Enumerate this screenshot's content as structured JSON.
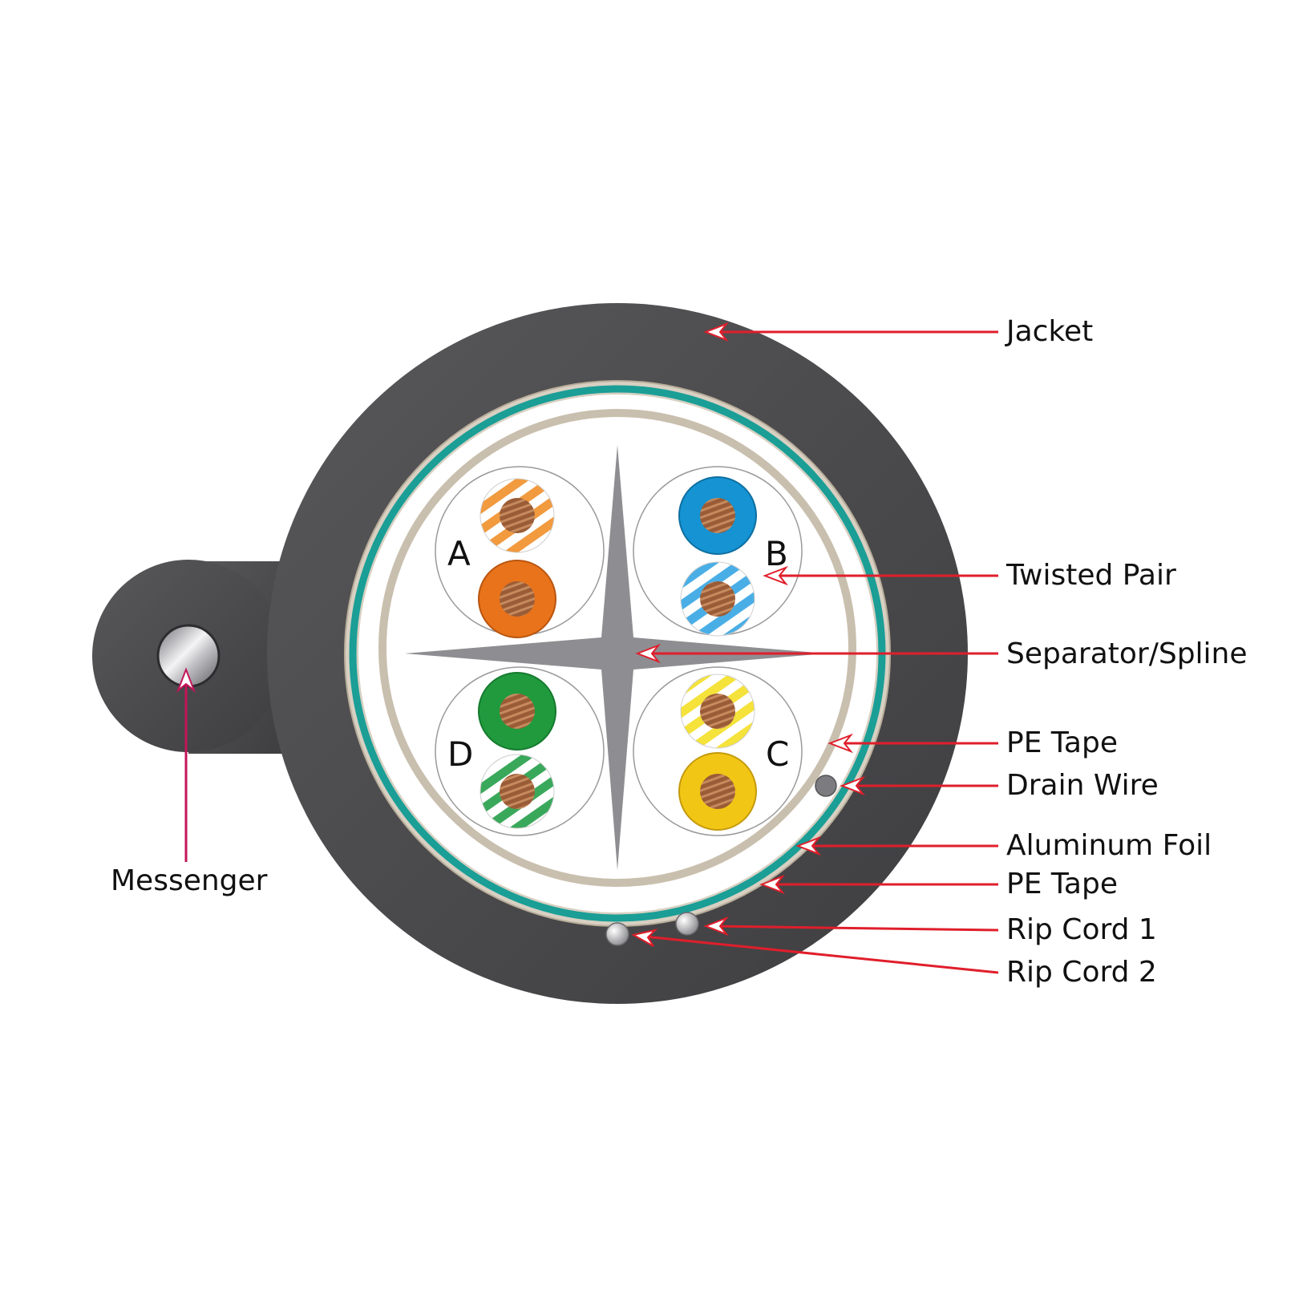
{
  "labels": {
    "jacket": "Jacket",
    "twisted_pair": "Twisted Pair",
    "separator": "Separator/Spline",
    "pe_tape_inner": "PE Tape",
    "drain_wire": "Drain Wire",
    "aluminum_foil": "Aluminum Foil",
    "pe_tape_outer": "PE Tape",
    "rip_cord_1": "Rip Cord 1",
    "rip_cord_2": "Rip Cord 2",
    "messenger": "Messenger"
  },
  "pairs": {
    "a": "A",
    "b": "B",
    "c": "C",
    "d": "D"
  },
  "colors": {
    "jacket": "#4a4a4c",
    "aluminum_foil": "#1a9e96",
    "pe_tape": "#c9bfae",
    "separator": "#8e8e92",
    "copper": "#a0623a",
    "orange": "#e8731a",
    "blue": "#1593d3",
    "green": "#219a3e",
    "yellow": "#f2c615",
    "leader": "#e01e2b"
  }
}
